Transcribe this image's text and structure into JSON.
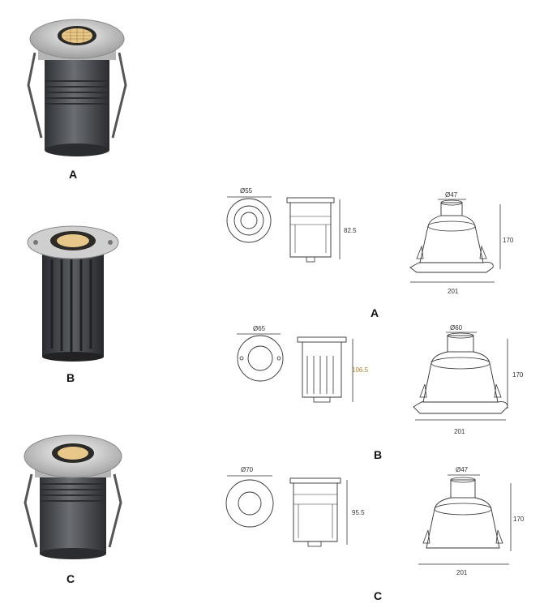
{
  "products": [
    {
      "label": "A",
      "front_diameter": "Ø55",
      "side_height": "82.5",
      "sleeve_top_diameter": "Ø47",
      "sleeve_height": "170",
      "sleeve_width": "201",
      "drawing_label": "A"
    },
    {
      "label": "B",
      "front_diameter": "Ø65",
      "side_height": "106.5",
      "sleeve_top_diameter": "Ø60",
      "sleeve_height": "170",
      "sleeve_width": "201",
      "drawing_label": "B"
    },
    {
      "label": "C",
      "front_diameter": "Ø70",
      "side_height": "95.5",
      "sleeve_top_diameter": "Ø47",
      "sleeve_height": "170",
      "sleeve_width": "201",
      "drawing_label": "C"
    }
  ],
  "colors": {
    "steel": "#c9c9c9",
    "body": "#4a4d52",
    "light": "#e8c88a",
    "line": "#333333"
  }
}
